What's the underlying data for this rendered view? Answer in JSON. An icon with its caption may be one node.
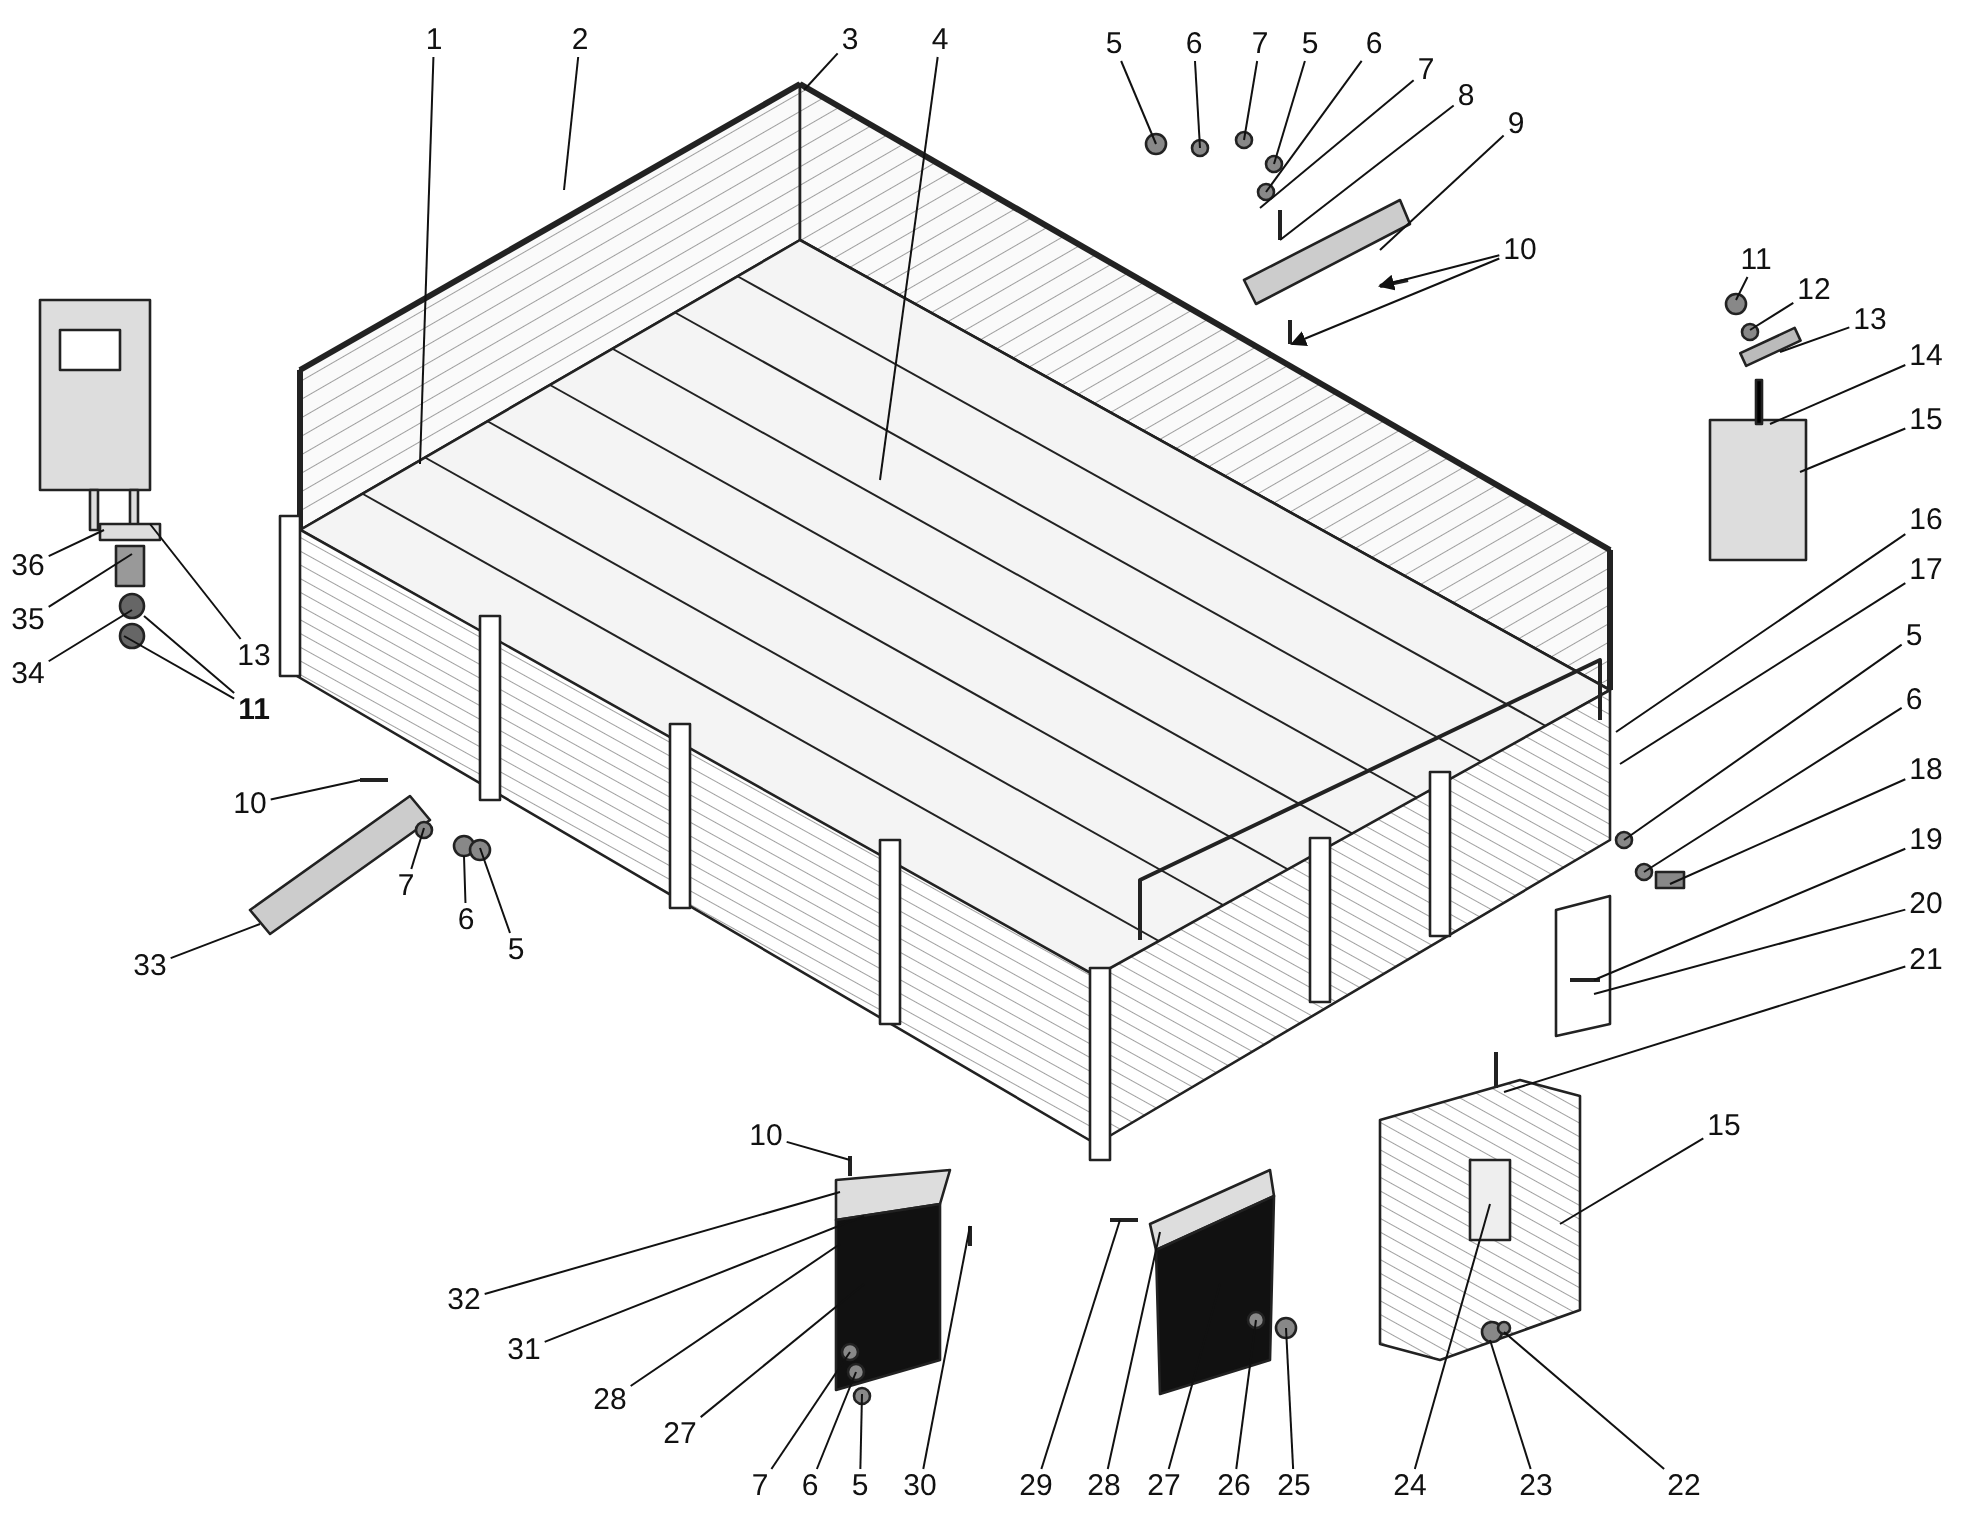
{
  "diagram": {
    "nodes": [
      {
        "text": [
          "1"
        ]
      },
      {
        "text": [
          "2"
        ]
      },
      {
        "text": [
          "3"
        ]
      },
      {
        "text": [
          "4"
        ]
      },
      {
        "text": [
          "5"
        ]
      },
      {
        "text": [
          "6"
        ]
      },
      {
        "text": [
          "7"
        ]
      },
      {
        "text": [
          "5"
        ]
      },
      {
        "text": [
          "6"
        ]
      },
      {
        "text": [
          "7"
        ]
      },
      {
        "text": [
          "8"
        ]
      },
      {
        "text": [
          "9"
        ]
      },
      {
        "text": [
          "10"
        ]
      },
      {
        "text": [
          "11"
        ]
      },
      {
        "text": [
          "12"
        ]
      },
      {
        "text": [
          "13"
        ]
      },
      {
        "text": [
          "14"
        ]
      },
      {
        "text": [
          "15"
        ]
      },
      {
        "text": [
          "16"
        ]
      },
      {
        "text": [
          "17"
        ]
      },
      {
        "text": [
          "5"
        ]
      },
      {
        "text": [
          "6"
        ]
      },
      {
        "text": [
          "18"
        ]
      },
      {
        "text": [
          "19"
        ]
      },
      {
        "text": [
          "20"
        ]
      },
      {
        "text": [
          "21"
        ]
      },
      {
        "text": [
          "15"
        ]
      },
      {
        "text": [
          "22"
        ]
      },
      {
        "text": [
          "23"
        ]
      },
      {
        "text": [
          "24"
        ]
      },
      {
        "text": [
          "25"
        ]
      },
      {
        "text": [
          "26"
        ]
      },
      {
        "text": [
          "27"
        ]
      },
      {
        "text": [
          "28"
        ]
      },
      {
        "text": [
          "29"
        ]
      },
      {
        "text": [
          "30"
        ]
      },
      {
        "text": [
          "5"
        ]
      },
      {
        "text": [
          "6"
        ]
      },
      {
        "text": [
          "7"
        ]
      },
      {
        "text": [
          "27"
        ]
      },
      {
        "text": [
          "28"
        ]
      },
      {
        "text": [
          "31"
        ]
      },
      {
        "text": [
          "32"
        ]
      },
      {
        "text": [
          "10"
        ]
      },
      {
        "text": [
          "36"
        ]
      },
      {
        "text": [
          "35"
        ]
      },
      {
        "text": [
          "34"
        ]
      },
      {
        "text": [
          "13"
        ]
      },
      {
        "text": [
          "11"
        ]
      },
      {
        "text": [
          "10"
        ]
      },
      {
        "text": [
          "7"
        ]
      },
      {
        "text": [
          "6"
        ]
      },
      {
        "text": [
          "5"
        ]
      },
      {
        "text": [
          "33"
        ]
      }
    ],
    "edges": [
      {
        "from": 0,
        "to": null,
        "arrow": "none"
      },
      {
        "from": 1,
        "to": null,
        "arrow": "none"
      },
      {
        "from": 2,
        "to": null,
        "arrow": "none"
      },
      {
        "from": 3,
        "to": null,
        "arrow": "none"
      },
      {
        "from": 4,
        "to": null,
        "arrow": "none"
      },
      {
        "from": 5,
        "to": null,
        "arrow": "none"
      },
      {
        "from": 6,
        "to": null,
        "arrow": "none"
      },
      {
        "from": 7,
        "to": null,
        "arrow": "none"
      },
      {
        "from": 8,
        "to": null,
        "arrow": "none"
      },
      {
        "from": 9,
        "to": null,
        "arrow": "none"
      },
      {
        "from": 10,
        "to": null,
        "arrow": "none"
      },
      {
        "from": 11,
        "to": null,
        "arrow": "none"
      },
      {
        "from": 12,
        "to": null,
        "arrow": "to"
      },
      {
        "from": 12,
        "to": null,
        "arrow": "to"
      },
      {
        "from": 13,
        "to": null,
        "arrow": "none"
      },
      {
        "from": 14,
        "to": null,
        "arrow": "none"
      },
      {
        "from": 15,
        "to": null,
        "arrow": "none"
      },
      {
        "from": 16,
        "to": null,
        "arrow": "none"
      },
      {
        "from": 17,
        "to": null,
        "arrow": "none"
      },
      {
        "from": 18,
        "to": null,
        "arrow": "none"
      },
      {
        "from": 19,
        "to": null,
        "arrow": "none"
      },
      {
        "from": 20,
        "to": null,
        "arrow": "none"
      },
      {
        "from": 21,
        "to": null,
        "arrow": "none"
      },
      {
        "from": 22,
        "to": null,
        "arrow": "none"
      },
      {
        "from": 23,
        "to": null,
        "arrow": "none"
      },
      {
        "from": 24,
        "to": null,
        "arrow": "none"
      },
      {
        "from": 25,
        "to": null,
        "arrow": "none"
      },
      {
        "from": 26,
        "to": null,
        "arrow": "none"
      },
      {
        "from": 27,
        "to": null,
        "arrow": "none"
      },
      {
        "from": 28,
        "to": null,
        "arrow": "none"
      },
      {
        "from": 29,
        "to": null,
        "arrow": "none"
      },
      {
        "from": 30,
        "to": null,
        "arrow": "none"
      },
      {
        "from": 31,
        "to": null,
        "arrow": "none"
      },
      {
        "from": 32,
        "to": null,
        "arrow": "none"
      },
      {
        "from": 33,
        "to": null,
        "arrow": "none"
      },
      {
        "from": 34,
        "to": null,
        "arrow": "none"
      },
      {
        "from": 35,
        "to": null,
        "arrow": "none"
      },
      {
        "from": 36,
        "to": null,
        "arrow": "none"
      },
      {
        "from": 37,
        "to": null,
        "arrow": "none"
      },
      {
        "from": 38,
        "to": null,
        "arrow": "none"
      },
      {
        "from": 39,
        "to": null,
        "arrow": "none"
      },
      {
        "from": 40,
        "to": null,
        "arrow": "none"
      },
      {
        "from": 41,
        "to": null,
        "arrow": "none"
      },
      {
        "from": 42,
        "to": null,
        "arrow": "none"
      },
      {
        "from": 43,
        "to": null,
        "arrow": "none"
      },
      {
        "from": 44,
        "to": null,
        "arrow": "none"
      },
      {
        "from": 45,
        "to": null,
        "arrow": "none"
      },
      {
        "from": 46,
        "to": null,
        "arrow": "none"
      },
      {
        "from": 47,
        "to": null,
        "arrow": "none"
      },
      {
        "from": 48,
        "to": null,
        "arrow": "none"
      },
      {
        "from": 48,
        "to": null,
        "arrow": "none"
      },
      {
        "from": 49,
        "to": null,
        "arrow": "none"
      },
      {
        "from": 50,
        "to": null,
        "arrow": "none"
      },
      {
        "from": 51,
        "to": null,
        "arrow": "none"
      },
      {
        "from": 52,
        "to": null,
        "arrow": "none"
      },
      {
        "from": 53,
        "to": null,
        "arrow": "none"
      }
    ]
  }
}
